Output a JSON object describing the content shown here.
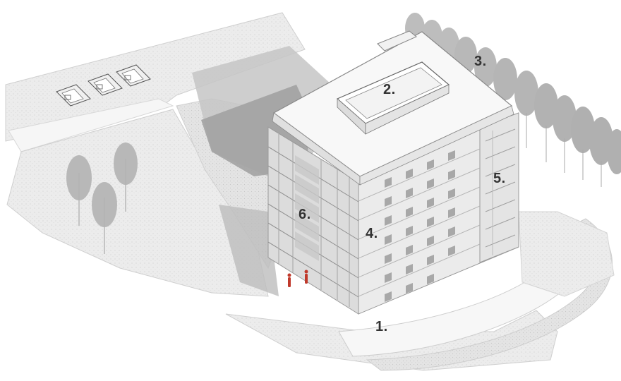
{
  "labels": [
    {
      "id": "1",
      "text": "1."
    },
    {
      "id": "2",
      "text": "2."
    },
    {
      "id": "3",
      "text": "3."
    },
    {
      "id": "4",
      "text": "4."
    },
    {
      "id": "5",
      "text": "5."
    },
    {
      "id": "6",
      "text": "6."
    }
  ],
  "colors": {
    "ground": "#efefef",
    "terrain": "#e2e2e2",
    "shadow_dark": "#9a9a9a",
    "shadow_light": "#c4c4c4",
    "roof": "#f7f7f7",
    "facade_front": "#ececec",
    "facade_side": "#dedede",
    "window": "#a9a9a9",
    "tree": "#b5b5b5",
    "figure": "#c0392b",
    "label": "#333333"
  }
}
